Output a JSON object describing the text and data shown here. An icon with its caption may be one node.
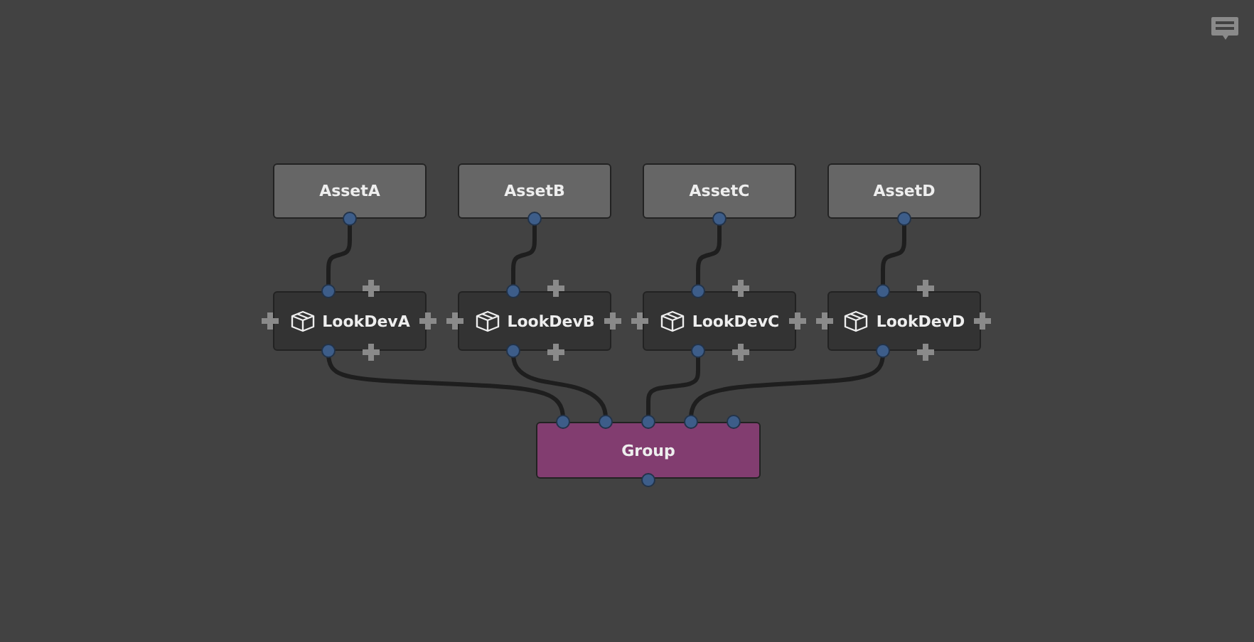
{
  "diagram": {
    "nodes": [
      {
        "text": [
          "AssetA"
        ]
      },
      {
        "text": [
          "AssetB"
        ]
      },
      {
        "text": [
          "AssetC"
        ]
      },
      {
        "text": [
          "AssetD"
        ]
      },
      {
        "text": [
          "LookDevA"
        ]
      },
      {
        "text": [
          "LookDevB"
        ]
      },
      {
        "text": [
          "LookDevC"
        ]
      },
      {
        "text": [
          "LookDevD"
        ]
      },
      {
        "text": [
          "Group"
        ]
      }
    ],
    "edges": [
      {
        "from": 0,
        "to": 4,
        "arrow": "none"
      },
      {
        "from": 1,
        "to": 5,
        "arrow": "none"
      },
      {
        "from": 2,
        "to": 6,
        "arrow": "none"
      },
      {
        "from": 3,
        "to": 7,
        "arrow": "none"
      },
      {
        "from": 4,
        "to": 8,
        "arrow": "none"
      },
      {
        "from": 5,
        "to": 8,
        "arrow": "none"
      },
      {
        "from": 6,
        "to": 8,
        "arrow": "none"
      },
      {
        "from": 7,
        "to": 8,
        "arrow": "none"
      }
    ]
  }
}
